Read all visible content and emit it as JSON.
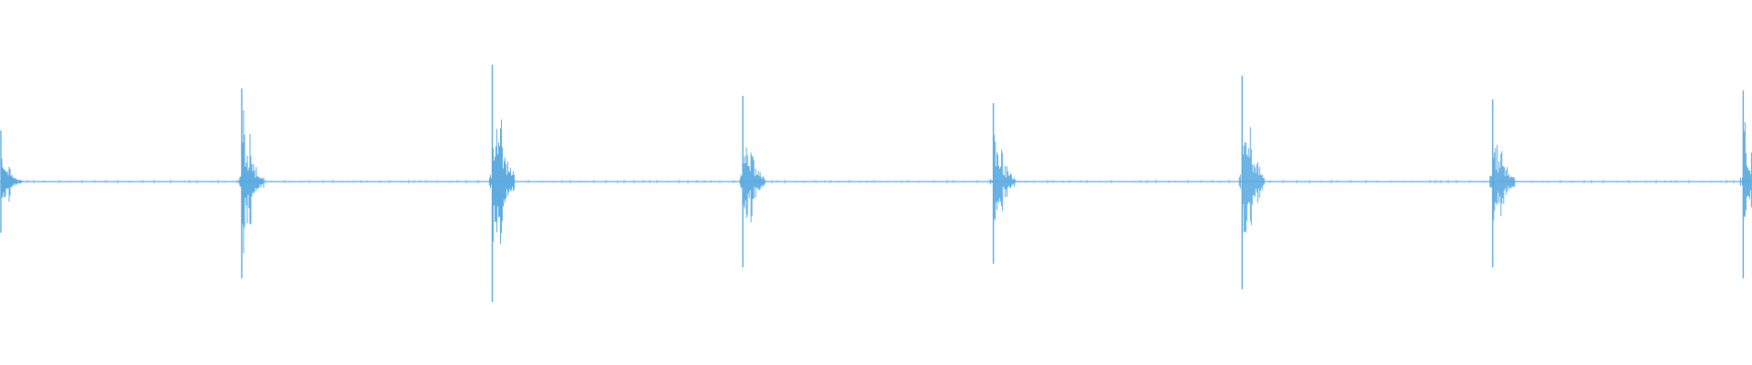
{
  "waveform": {
    "color": "#5aaae0",
    "background": "#ffffff",
    "amplitude_range": [
      -1,
      1
    ],
    "baseline_amplitude": 0,
    "transients": [
      {
        "position": 0.0,
        "peak": 0.28,
        "trough": -0.28,
        "decay": 0.3
      },
      {
        "position": 0.138,
        "peak": 0.51,
        "trough": -0.53,
        "decay": 0.4
      },
      {
        "position": 0.281,
        "peak": 0.64,
        "trough": -0.66,
        "decay": 0.45
      },
      {
        "position": 0.424,
        "peak": 0.47,
        "trough": -0.47,
        "decay": 0.4
      },
      {
        "position": 0.567,
        "peak": 0.43,
        "trough": -0.45,
        "decay": 0.4
      },
      {
        "position": 0.709,
        "peak": 0.58,
        "trough": -0.59,
        "decay": 0.45
      },
      {
        "position": 0.852,
        "peak": 0.45,
        "trough": -0.47,
        "decay": 0.4
      },
      {
        "position": 0.995,
        "peak": 0.5,
        "trough": -0.53,
        "decay": 0.3
      }
    ]
  }
}
